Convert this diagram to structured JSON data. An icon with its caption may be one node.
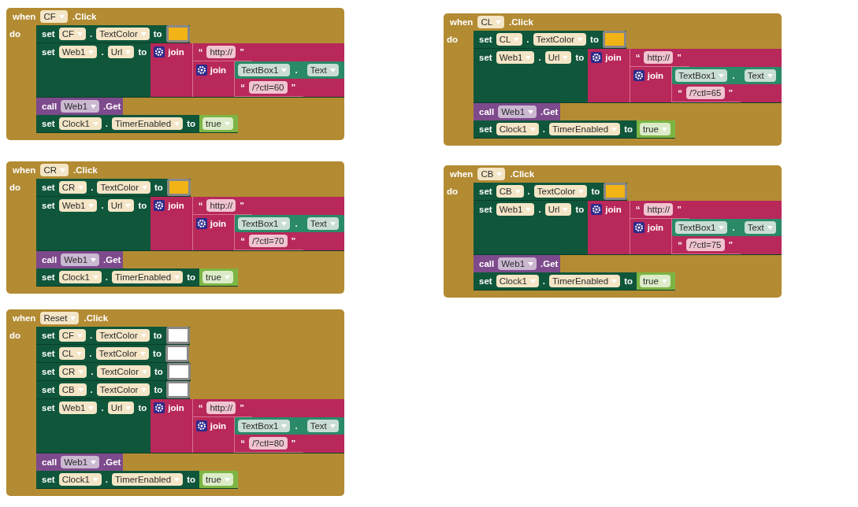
{
  "diagram": {
    "nodes": [
      {
        "text": [
          "when",
          "CF",
          ".Click",
          "do"
        ]
      },
      {
        "text": [
          "set",
          "CF",
          ".",
          "TextColor",
          "to"
        ],
        "in": 0
      },
      {
        "text": [],
        "shape": "box",
        "in": 1
      },
      {
        "text": [
          "set",
          "Web1",
          ".",
          "Url",
          "to"
        ],
        "in": 0
      },
      {
        "text": [
          "join"
        ],
        "in": 3
      },
      {
        "text": [
          "“",
          "http://",
          "”"
        ],
        "in": 4
      },
      {
        "text": [
          "join"
        ],
        "in": 4
      },
      {
        "text": [
          "TextBox1",
          ".",
          "Text"
        ],
        "in": 6
      },
      {
        "text": [
          "“",
          "/?ctl=60",
          "”"
        ],
        "in": 6
      },
      {
        "text": [
          "call",
          "Web1",
          ".Get"
        ],
        "in": 0
      },
      {
        "text": [
          "set",
          "Clock1",
          ".",
          "TimerEnabled",
          "to"
        ],
        "in": 0
      },
      {
        "text": [
          "true"
        ],
        "in": 10
      },
      {
        "text": [
          "when",
          "CL",
          ".Click",
          "do"
        ]
      },
      {
        "text": [
          "set",
          "CL",
          ".",
          "TextColor",
          "to"
        ],
        "in": 12
      },
      {
        "text": [],
        "shape": "box",
        "in": 13
      },
      {
        "text": [
          "set",
          "Web1",
          ".",
          "Url",
          "to"
        ],
        "in": 12
      },
      {
        "text": [
          "join"
        ],
        "in": 15
      },
      {
        "text": [
          "“",
          "http://",
          "”"
        ],
        "in": 16
      },
      {
        "text": [
          "join"
        ],
        "in": 16
      },
      {
        "text": [
          "TextBox1",
          ".",
          "Text"
        ],
        "in": 18
      },
      {
        "text": [
          "“",
          "/?ctl=65",
          "”"
        ],
        "in": 18
      },
      {
        "text": [
          "call",
          "Web1",
          ".Get"
        ],
        "in": 12
      },
      {
        "text": [
          "set",
          "Clock1",
          ".",
          "TimerEnabled",
          "to"
        ],
        "in": 12
      },
      {
        "text": [
          "true"
        ],
        "in": 22
      },
      {
        "text": [
          "when",
          "CR",
          ".Click",
          "do"
        ]
      },
      {
        "text": [
          "set",
          "CR",
          ".",
          "TextColor",
          "to"
        ],
        "in": 24
      },
      {
        "text": [],
        "shape": "box",
        "in": 25
      },
      {
        "text": [
          "set",
          "Web1",
          ".",
          "Url",
          "to"
        ],
        "in": 24
      },
      {
        "text": [
          "join"
        ],
        "in": 27
      },
      {
        "text": [
          "“",
          "http://",
          "”"
        ],
        "in": 28
      },
      {
        "text": [
          "join"
        ],
        "in": 28
      },
      {
        "text": [
          "TextBox1",
          ".",
          "Text"
        ],
        "in": 30
      },
      {
        "text": [
          "“",
          "/?ctl=70",
          "”"
        ],
        "in": 30
      },
      {
        "text": [
          "call",
          "Web1",
          ".Get"
        ],
        "in": 24
      },
      {
        "text": [
          "set",
          "Clock1",
          ".",
          "TimerEnabled",
          "to"
        ],
        "in": 24
      },
      {
        "text": [
          "true"
        ],
        "in": 34
      },
      {
        "text": [
          "when",
          "CB",
          ".Click",
          "do"
        ]
      },
      {
        "text": [
          "set",
          "CB",
          ".",
          "TextColor",
          "to"
        ],
        "in": 36
      },
      {
        "text": [],
        "shape": "box",
        "in": 37
      },
      {
        "text": [
          "set",
          "Web1",
          ".",
          "Url",
          "to"
        ],
        "in": 36
      },
      {
        "text": [
          "join"
        ],
        "in": 39
      },
      {
        "text": [
          "“",
          "http://",
          "”"
        ],
        "in": 40
      },
      {
        "text": [
          "join"
        ],
        "in": 40
      },
      {
        "text": [
          "TextBox1",
          ".",
          "Text"
        ],
        "in": 42
      },
      {
        "text": [
          "“",
          "/?ctl=75",
          "”"
        ],
        "in": 42
      },
      {
        "text": [
          "call",
          "Web1",
          ".Get"
        ],
        "in": 36
      },
      {
        "text": [
          "set",
          "Clock1",
          ".",
          "TimerEnabled",
          "to"
        ],
        "in": 36
      },
      {
        "text": [
          "true"
        ],
        "in": 46
      },
      {
        "text": [
          "when",
          "Reset",
          ".Click",
          "do"
        ]
      },
      {
        "text": [
          "set",
          "CF",
          ".",
          "TextColor",
          "to"
        ],
        "in": 48
      },
      {
        "text": [],
        "shape": "box",
        "in": 49
      },
      {
        "text": [
          "set",
          "CL",
          ".",
          "TextColor",
          "to"
        ],
        "in": 48
      },
      {
        "text": [],
        "shape": "box",
        "in": 51
      },
      {
        "text": [
          "set",
          "CR",
          ".",
          "TextColor",
          "to"
        ],
        "in": 48
      },
      {
        "text": [],
        "shape": "box",
        "in": 53
      },
      {
        "text": [
          "set",
          "CB",
          ".",
          "TextColor",
          "to"
        ],
        "in": 48
      },
      {
        "text": [],
        "shape": "box",
        "in": 55
      },
      {
        "text": [
          "set",
          "Web1",
          ".",
          "Url",
          "to"
        ],
        "in": 48
      },
      {
        "text": [
          "join"
        ],
        "in": 57
      },
      {
        "text": [
          "“",
          "http://",
          "”"
        ],
        "in": 58
      },
      {
        "text": [
          "join"
        ],
        "in": 58
      },
      {
        "text": [
          "TextBox1",
          ".",
          "Text"
        ],
        "in": 60
      },
      {
        "text": [
          "“",
          "/?ctl=80",
          "”"
        ],
        "in": 60
      },
      {
        "text": [
          "call",
          "Web1",
          ".Get"
        ],
        "in": 48
      },
      {
        "text": [
          "set",
          "Clock1",
          ".",
          "TimerEnabled",
          "to"
        ],
        "in": 48
      },
      {
        "text": [
          "true"
        ],
        "in": 64
      }
    ]
  }
}
